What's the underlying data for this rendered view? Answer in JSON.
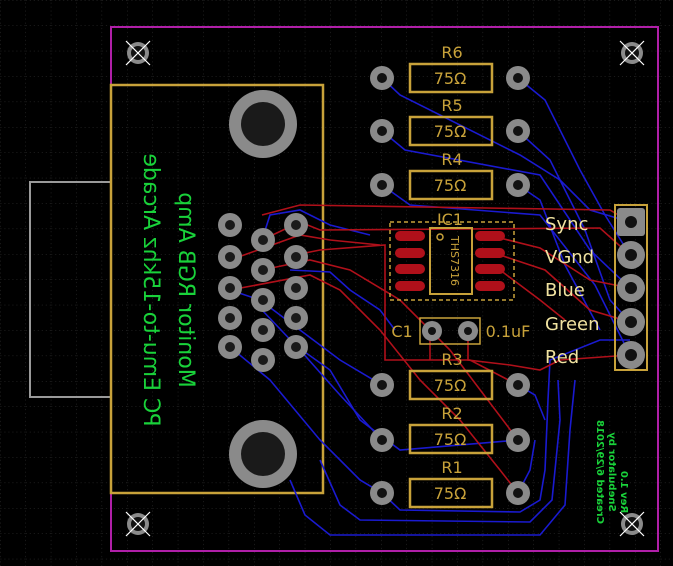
{
  "board": {
    "title_line1": "PC Emu-to-15khz Arcade",
    "title_line2": "Monitor RGB Amp",
    "credit_line1": "Created 6/29/2018",
    "credit_line2": "Snebulator by",
    "credit_line3": "Rev 1.0",
    "colors": {
      "background": "#000000",
      "grid": "#3a3a3a",
      "outline": "#b01fa8",
      "silkscreen": "#c8a23a",
      "top_copper": "#b0101a",
      "bottom_copper": "#1a1ad0",
      "pad": "#8a8a8a",
      "hole": "#000000",
      "text_green": "#19d23a"
    }
  },
  "components": {
    "resistors": [
      {
        "ref": "R6",
        "value": "75Ω"
      },
      {
        "ref": "R5",
        "value": "75Ω"
      },
      {
        "ref": "R4",
        "value": "75Ω"
      },
      {
        "ref": "R3",
        "value": "75Ω"
      },
      {
        "ref": "R2",
        "value": "75Ω"
      },
      {
        "ref": "R1",
        "value": "75Ω"
      }
    ],
    "ic": {
      "ref": "IC1",
      "part": "THS7316"
    },
    "capacitor": {
      "ref": "C1",
      "value": "0.1uF"
    },
    "header_labels": [
      "Sync",
      "VGnd",
      "Blue",
      "Green",
      "Red"
    ]
  }
}
